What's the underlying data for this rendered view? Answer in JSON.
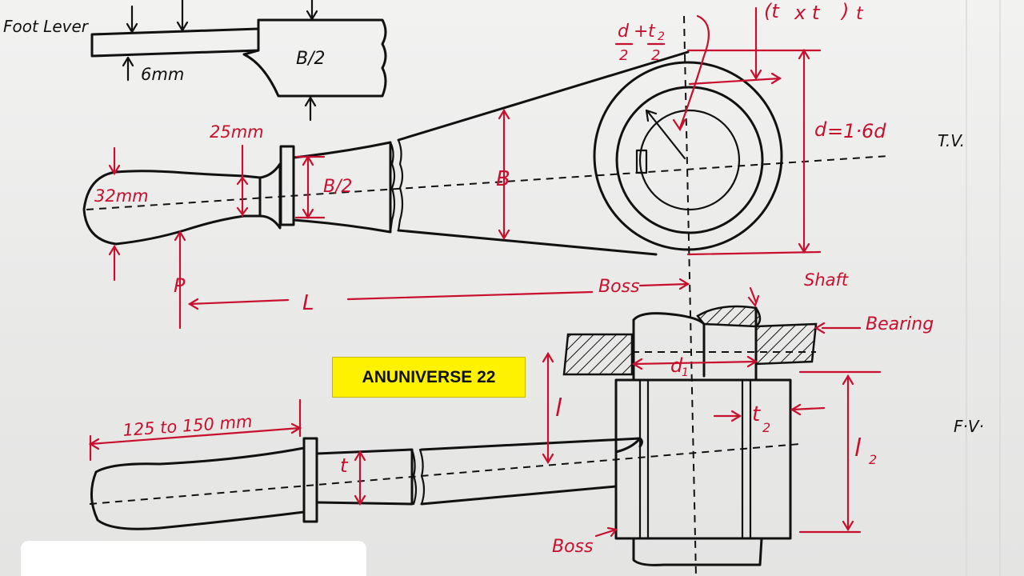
{
  "watermark": "ANUNIVERSE 22",
  "labels": {
    "foot_lever": "Foot Lever",
    "six_mm": "6mm",
    "b_half_top": "B/2",
    "twenty_five_mm": "25mm",
    "thirty_two_mm": "32mm",
    "b_half_mid": "B/2",
    "b_dim": "B",
    "p_load": "P",
    "l_length": "L",
    "boss_top": "Boss",
    "d_over_2": "d",
    "two_a": "2",
    "plus": "+",
    "t2_over_2": "t",
    "two_b": "2",
    "two_c": "2",
    "top_right_formula": "(t",
    "top_right_formula_b": "x t",
    "top_right_formula_c": ")",
    "top_right_formula_d": "t",
    "d2_formula": "d",
    "d2_formula_b": "=1·6d",
    "tv": "T.V.",
    "shaft": "Shaft",
    "bearing": "Bearing",
    "d1_dim": "d",
    "one": "1",
    "l_small": "l",
    "l2": "l",
    "t2": "t",
    "fv": "F·V·",
    "boss_bottom": "Boss",
    "range_125_150": "125 to 150 mm",
    "t_dim": "t"
  }
}
